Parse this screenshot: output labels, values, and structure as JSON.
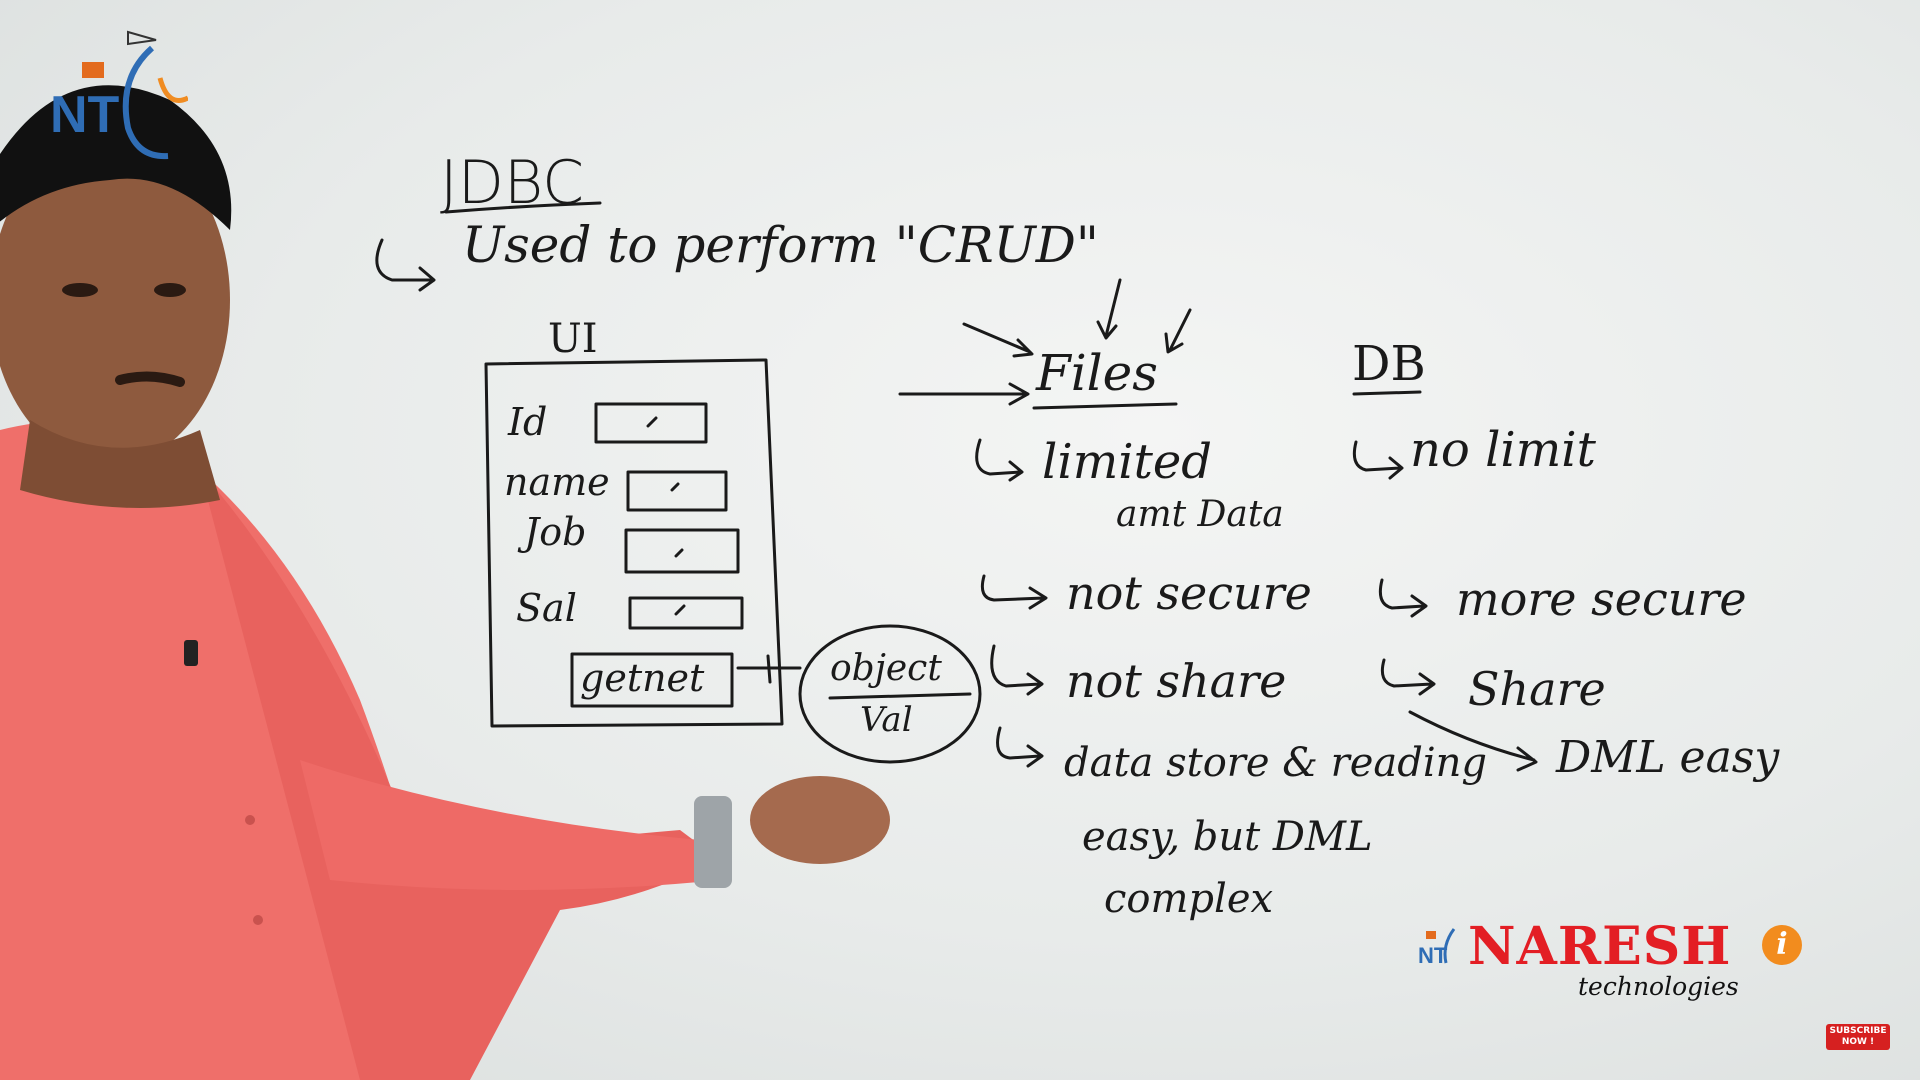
{
  "board": {
    "title": "JDBC",
    "crud_line": "Used to perform \"CRUD\"",
    "ui_label": "UI",
    "form": {
      "fields": [
        {
          "label": "Id"
        },
        {
          "label": "name"
        },
        {
          "label": "Job"
        },
        {
          "label": "Sal"
        }
      ],
      "button_label": "getnet"
    },
    "object_label": "object",
    "object_sublabel": "Val",
    "files": {
      "heading": "Files",
      "points": [
        "limited",
        "amt Data",
        "not secure",
        "not share",
        "data store & reading",
        "easy, but DML",
        "complex"
      ]
    },
    "db": {
      "heading": "DB",
      "points": [
        "no limit",
        "more secure",
        "Share",
        "DML easy"
      ]
    }
  },
  "branding": {
    "logo_text": "NT",
    "company": "NARESH",
    "company_suffix": "i",
    "tagline": "technologies",
    "subscribe_line1": "SUBSCRIBE",
    "subscribe_line2": "NOW !",
    "brand_color": "#e31e24",
    "accent_color": "#f28c1e"
  }
}
